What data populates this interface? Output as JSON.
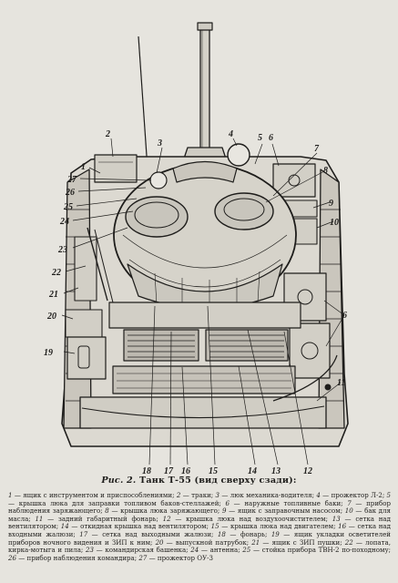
{
  "caption": {
    "lead": "Рис. 2.",
    "title": "Танк Т-55 (вид сверху сзади):"
  },
  "callouts": {
    "c1": "1",
    "c2": "2",
    "c3": "3",
    "c4": "4",
    "c5": "5",
    "c6a": "6",
    "c6b": "6",
    "c7": "7",
    "c8": "8",
    "c9": "9",
    "c10": "10",
    "c11": "11",
    "c12": "12",
    "c13": "13",
    "c14": "14",
    "c15": "15",
    "c16": "16",
    "c17": "17",
    "c18": "18",
    "c19": "19",
    "c20": "20",
    "c21": "21",
    "c22": "22",
    "c23": "23",
    "c24": "24",
    "c25": "25",
    "c26": "26",
    "c27": "27"
  },
  "legend": [
    {
      "n": "1",
      "text": "ящик с инструментом и приспособлениями;"
    },
    {
      "n": "2",
      "text": "траки;"
    },
    {
      "n": "3",
      "text": "люк механика-водителя;"
    },
    {
      "n": "4",
      "text": "прожектор Л-2;"
    },
    {
      "n": "5",
      "text": "крышка люка для заправки топливом баков-стеллажей;"
    },
    {
      "n": "6",
      "text": "наружные топливные баки;"
    },
    {
      "n": "7",
      "text": "прибор наблюдения заряжающего;"
    },
    {
      "n": "8",
      "text": "крышка люка заряжающего;"
    },
    {
      "n": "9",
      "text": "ящик с заправочным насосом;"
    },
    {
      "n": "10",
      "text": "бак для масла;"
    },
    {
      "n": "11",
      "text": "задний габаритный фонарь;"
    },
    {
      "n": "12",
      "text": "крышка люка над воздухоочистителем;"
    },
    {
      "n": "13",
      "text": "сетка над вентилятором;"
    },
    {
      "n": "14",
      "text": "откидная крышка над вентилятором;"
    },
    {
      "n": "15",
      "text": "крышка люка над двигателем;"
    },
    {
      "n": "16",
      "text": "сетка над входными жалюзи;"
    },
    {
      "n": "17",
      "text": "сетка над выходными жалюзи;"
    },
    {
      "n": "18",
      "text": "фонарь;"
    },
    {
      "n": "19",
      "text": "ящик укладки осветителей приборов ночного видения и ЗИП к ним;"
    },
    {
      "n": "20",
      "text": "выпускной патрубок;"
    },
    {
      "n": "21",
      "text": "ящик с ЗИП пушки;"
    },
    {
      "n": "22",
      "text": "лопата, кирка-мотыга и пила;"
    },
    {
      "n": "23",
      "text": "командирская башенка;"
    },
    {
      "n": "24",
      "text": "антенна;"
    },
    {
      "n": "25",
      "text": "стойка прибора ТВН-2 по-походному;"
    },
    {
      "n": "26",
      "text": "прибор наблюдения командира;"
    },
    {
      "n": "27",
      "text": "прожектор ОУ-3"
    }
  ]
}
